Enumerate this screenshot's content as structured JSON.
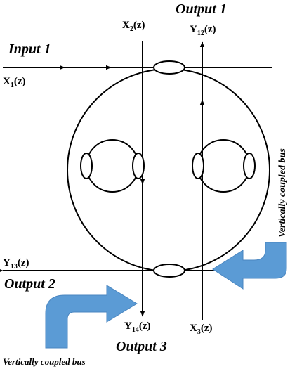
{
  "labels": {
    "input1": "Input 1",
    "output1": "Output 1",
    "output2": "Output 2",
    "output3": "Output 3",
    "bus_right": "Vertically coupled bus",
    "bus_bottom": "Vertically coupled bus"
  },
  "signals": {
    "x1": {
      "name": "X",
      "sub": "1",
      "arg": "(z)"
    },
    "x2": {
      "name": "X",
      "sub": "2",
      "arg": "(z)"
    },
    "x3": {
      "name": "X",
      "sub": "3",
      "arg": "(z)"
    },
    "y12": {
      "name": "Y",
      "sub": "12",
      "arg": "(z)"
    },
    "y13": {
      "name": "Y",
      "sub": "13",
      "arg": "(z)"
    },
    "y14": {
      "name": "Y",
      "sub": "14",
      "arg": "(z)"
    }
  },
  "colors": {
    "line": "#000000",
    "arrow_fill": "#5b9bd5",
    "arrow_stroke": "#4a86c0"
  }
}
